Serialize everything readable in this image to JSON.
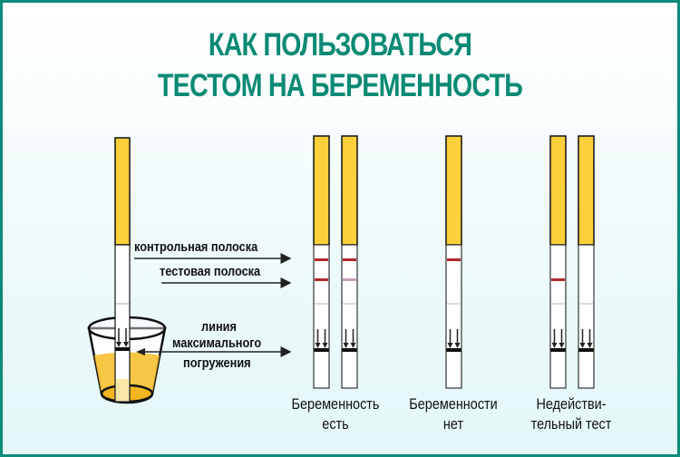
{
  "title": {
    "line1": "КАК ПОЛЬЗОВАТЬСЯ",
    "line2": "ТЕСТОМ НА БЕРЕМЕННОСТЬ"
  },
  "labels": {
    "control_strip": "контрольная полоска",
    "test_strip": "тестовая полоска",
    "max_immersion_1": "линия",
    "max_immersion_2": "максимального",
    "max_immersion_3": "погружения"
  },
  "results": [
    {
      "line1": "Беременность",
      "line2": "есть"
    },
    {
      "line1": "Беременности",
      "line2": "нет"
    },
    {
      "line1": "Недействи-",
      "line2": "тельный тест"
    }
  ],
  "colors": {
    "accent": "#0a8a74",
    "border": "#0d8a78",
    "strip_handle": "#fcd03a",
    "band": "#b3292b",
    "band_faint": "#c9a0b8",
    "urine": "#f5c030"
  }
}
